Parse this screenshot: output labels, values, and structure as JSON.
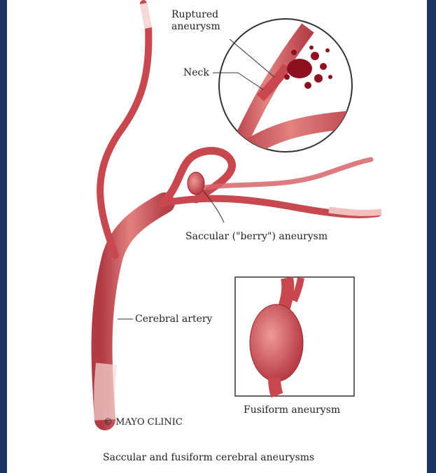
{
  "labels": {
    "ruptured_line1": "Ruptured",
    "ruptured_line2": "aneurysm",
    "neck": "Neck",
    "saccular": "Saccular (\"berry\") aneurysm",
    "cerebral_artery": "Cerebral artery",
    "fusiform": "Fusiform aneurysm",
    "copyright": "© MAYO CLINIC"
  },
  "caption": "Saccular and fusiform cerebral aneurysms",
  "colors": {
    "artery": "#c9474e",
    "artery_light": "#e88b8c",
    "artery_dark": "#9a2a33",
    "blood": "#8e1020",
    "frame": "#1d3a6e"
  }
}
